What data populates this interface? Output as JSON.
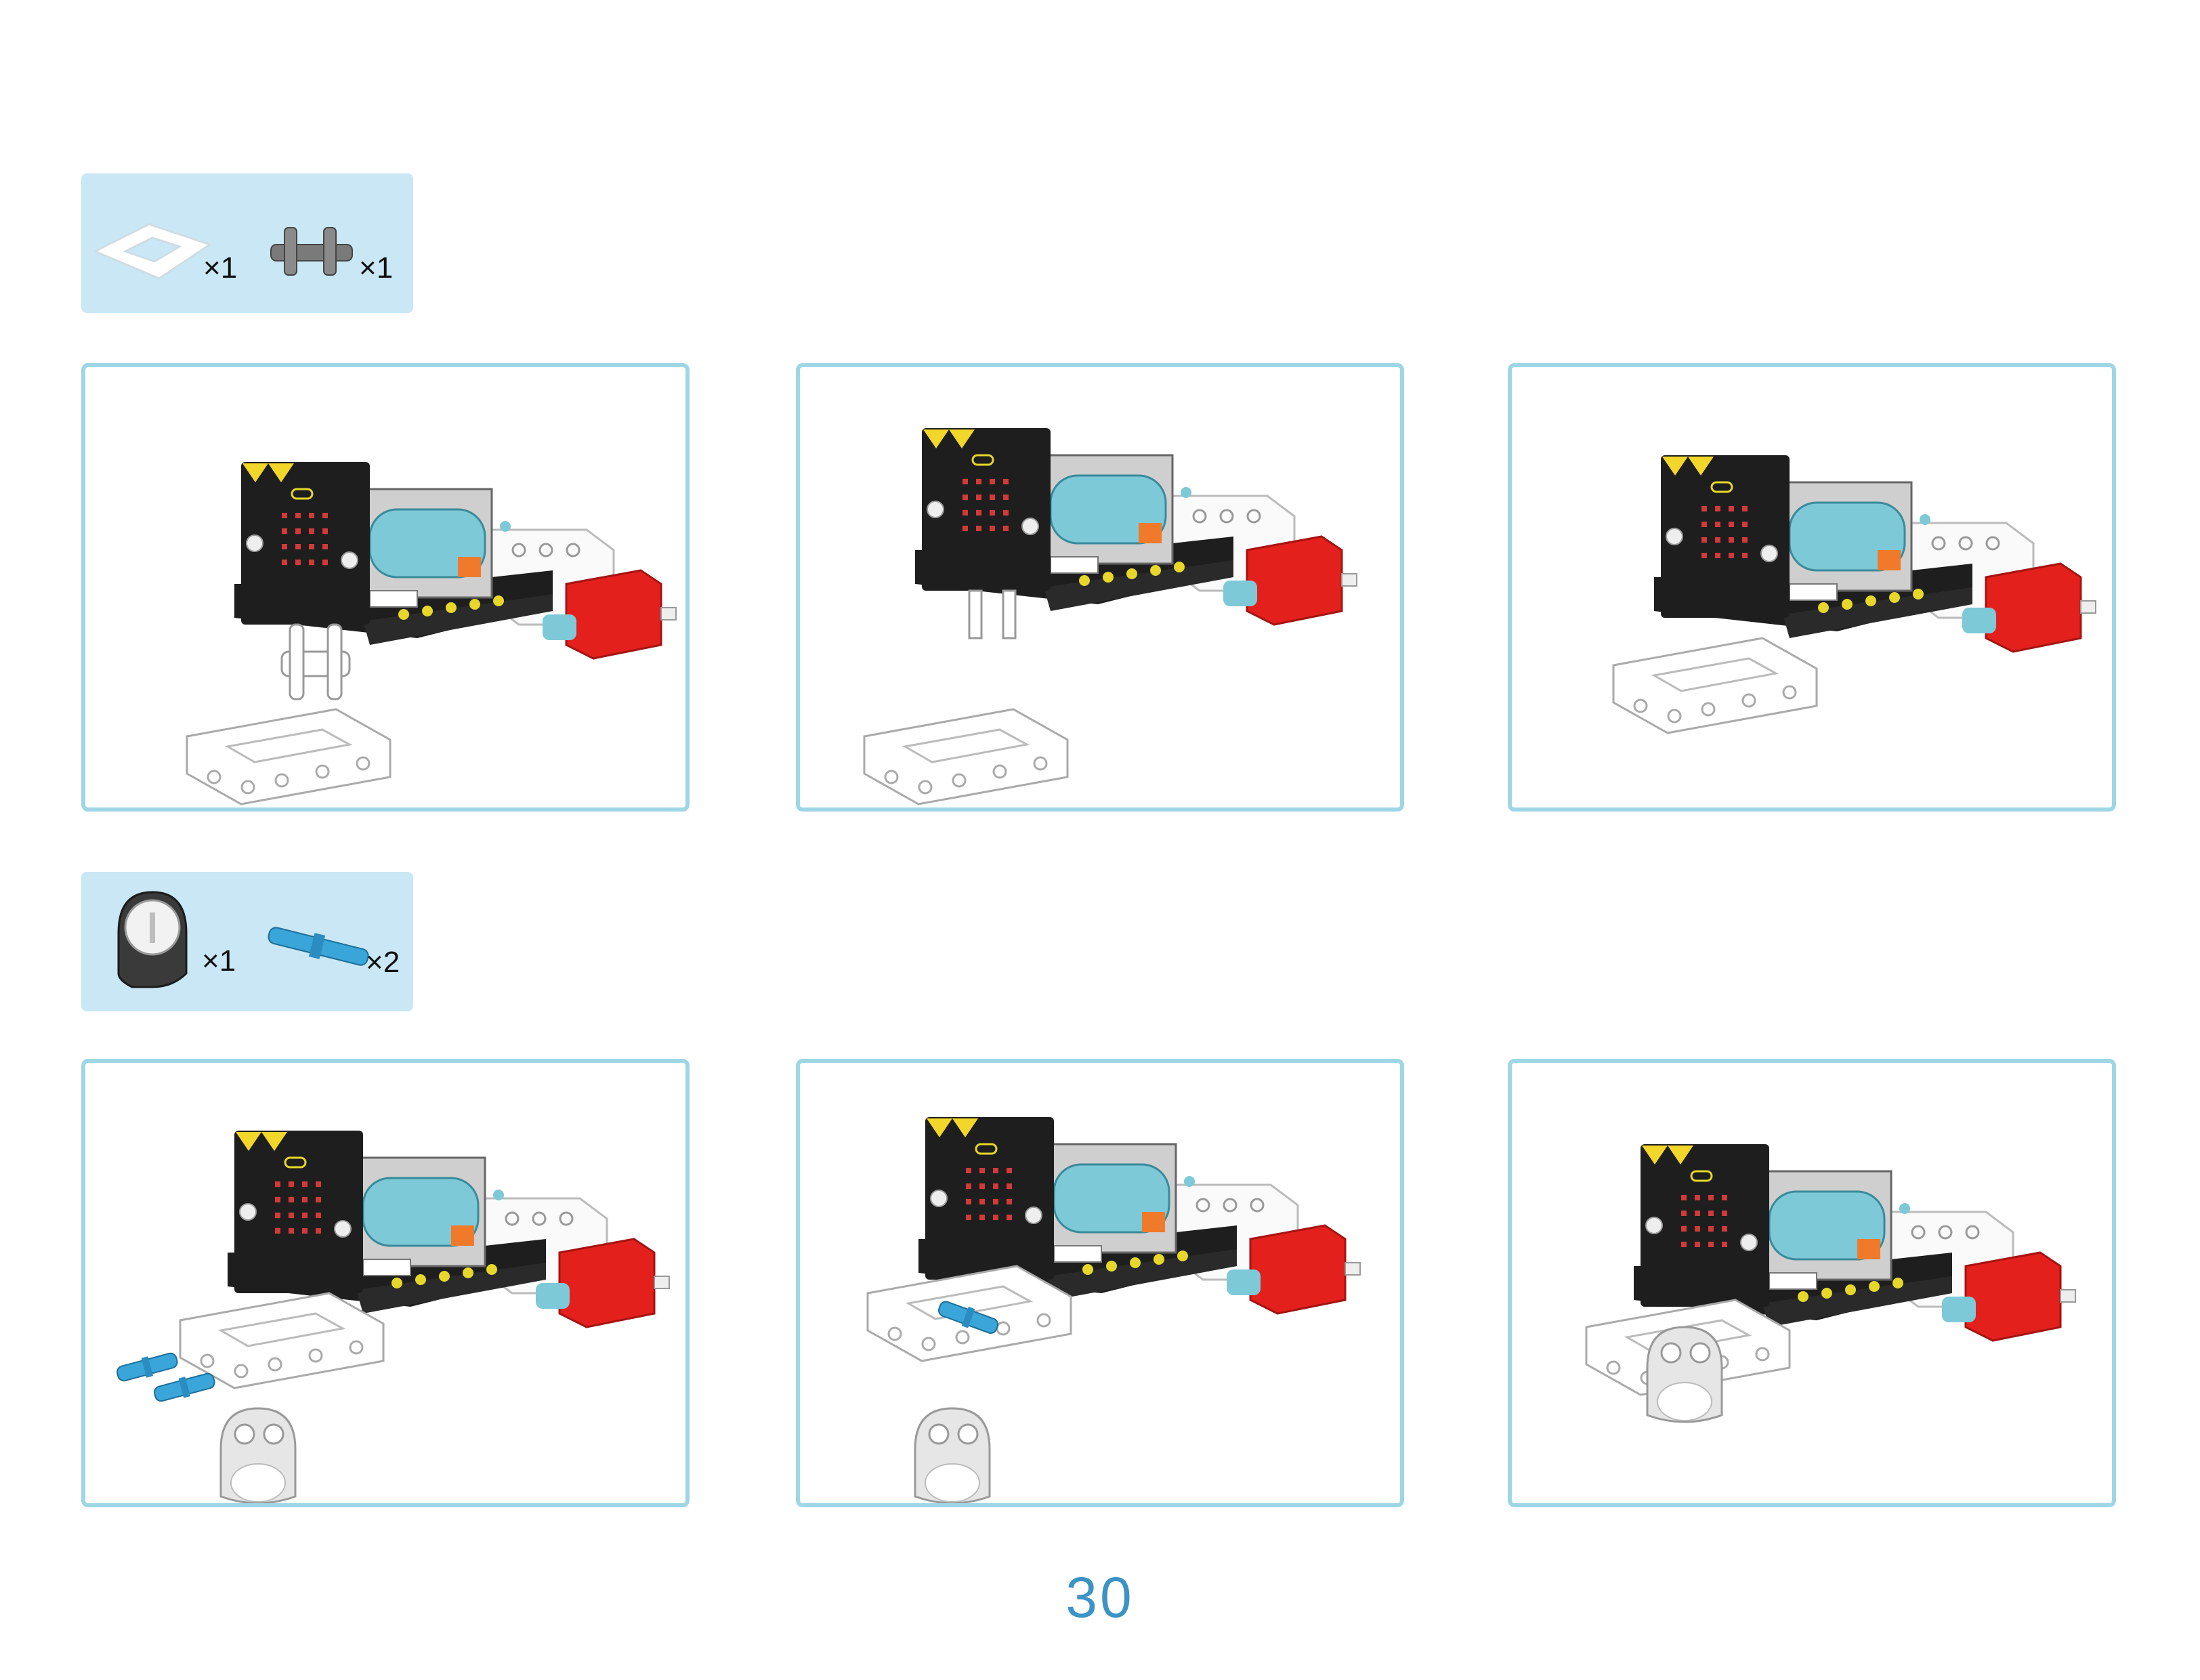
{
  "parts_row_1": {
    "items": [
      {
        "icon": "frame-beam-icon",
        "quantity": "×1"
      },
      {
        "icon": "double-connector-icon",
        "quantity": "×1"
      }
    ]
  },
  "parts_row_2": {
    "items": [
      {
        "icon": "ball-caster-icon",
        "quantity": "×1"
      },
      {
        "icon": "blue-pin-icon",
        "quantity": "×2"
      }
    ]
  },
  "page_number": "30",
  "colors": {
    "parts_background": "#c9e7f4",
    "step_border": "#9fd6e6",
    "page_number": "#3b93c6",
    "board_black": "#1e1e1e",
    "battery_cyan": "#7dc9d8",
    "motor_red": "#e4201d",
    "pin_blue": "#3aa5d8"
  }
}
